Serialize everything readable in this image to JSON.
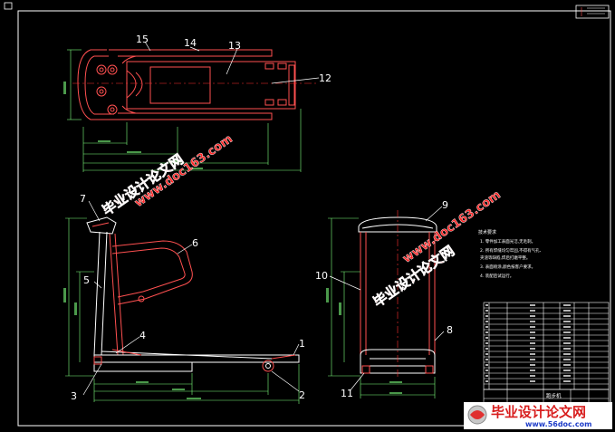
{
  "callouts": [
    "1",
    "2",
    "3",
    "4",
    "5",
    "6",
    "7",
    "8",
    "9",
    "10",
    "11",
    "12",
    "13",
    "14",
    "15"
  ],
  "notes": [
    "技术要求",
    "1. 零件加工表面光洁,无毛刺。",
    "2. 所有焊缝均匀牢固,不得有气孔、",
    "   夹渣等缺陷,焊后打磨平整。",
    "3. 表面喷涂,颜色按客户要求。",
    "4. 装配后试运行。"
  ],
  "title_block": {
    "drawing_name": "跑步机",
    "site_name": "毕业设计论文网",
    "site_url": "www.56doc.com"
  },
  "watermarks": {
    "brand": "毕业设计论文网",
    "url": "www.doc163.com"
  },
  "colors": {
    "background": "#000000",
    "outline": "#ffffff",
    "part": "#ff5050",
    "dimension": "#7dff7d",
    "centerline": "#ff3030",
    "watermark": "#ff2828"
  }
}
